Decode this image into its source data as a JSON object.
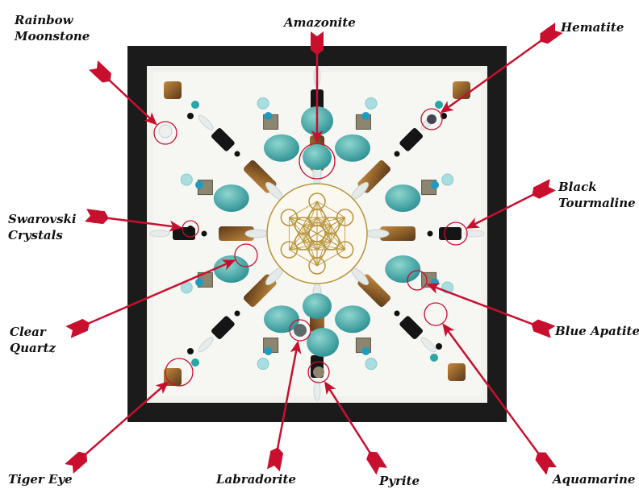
{
  "labels": {
    "rainbow_moonstone": [
      "Rainbow",
      "Moonstone"
    ],
    "amazonite": "Amazonite",
    "hematite": "Hematite",
    "black_tourmaline": [
      "Black",
      "Tourmaline"
    ],
    "swarovski_crystals": [
      "Swarovski",
      "Crystals"
    ],
    "clear_quartz": [
      "Clear",
      "Quartz"
    ],
    "blue_apatite": "Blue Apatite",
    "tiger_eye": "Tiger Eye",
    "labradorite": "Labradorite",
    "pyrite": "Pyrite",
    "aquamarine": "Aquamarine"
  },
  "colors": {
    "arrow": "#c8102e",
    "frame": "#1a1a1a",
    "mat": "#f2f2ef",
    "amazonite": "#3fa8a8",
    "tiger_eye": "#8a5a2a",
    "gold": "#b8943a"
  }
}
